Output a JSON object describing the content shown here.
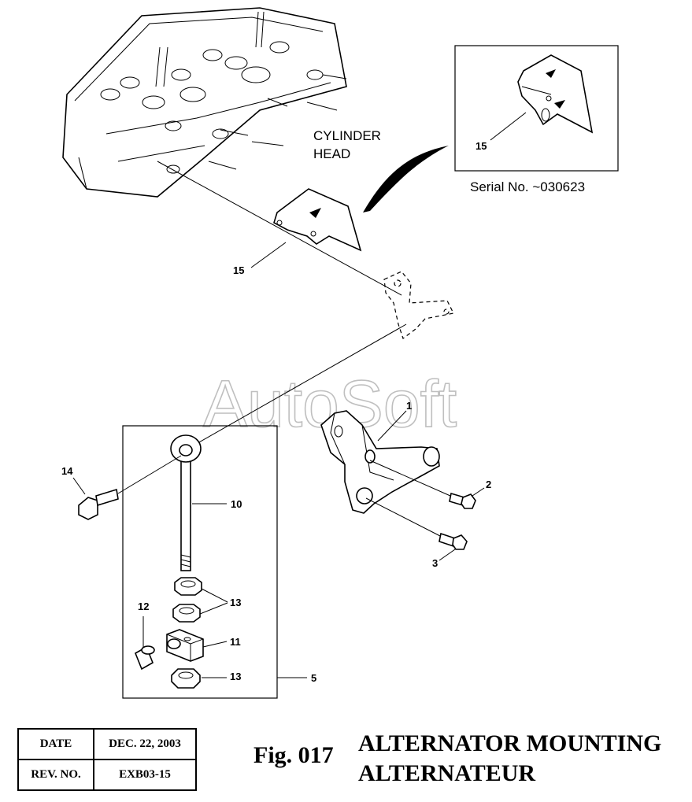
{
  "watermark": "AutoSoft",
  "labels": {
    "cylinder_head_line1": "CYLINDER",
    "cylinder_head_line2": "HEAD",
    "serial": "Serial No. ~030623"
  },
  "callouts": {
    "c1": "1",
    "c2": "2",
    "c3": "3",
    "c5": "5",
    "c10": "10",
    "c11": "11",
    "c12": "12",
    "c13a": "13",
    "c13b": "13",
    "c14": "14",
    "c15": "15",
    "c15_inset": "15"
  },
  "info_table": {
    "date_label": "DATE",
    "date_value": "DEC. 22, 2003",
    "rev_label": "REV. NO.",
    "rev_value": "EXB03-15"
  },
  "figure": {
    "number": "Fig. 017",
    "title_en": "ALTERNATOR MOUNTING",
    "title_fr": "ALTERNATEUR"
  }
}
